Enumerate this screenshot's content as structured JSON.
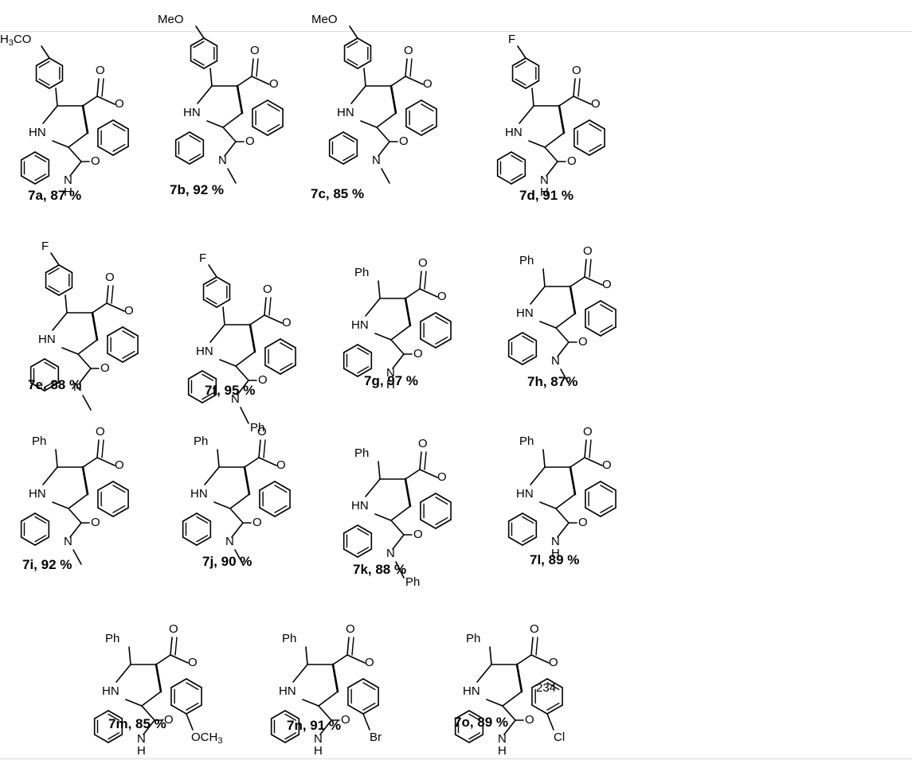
{
  "compounds": [
    {
      "id": "7a",
      "caption": "7a, 87 %",
      "substituent": "H3CO",
      "n_label": "N",
      "n_sub": "H"
    },
    {
      "id": "7b",
      "caption": "7b, 92 %",
      "substituent": "MeO",
      "n_label": "N",
      "n_sub": ""
    },
    {
      "id": "7c",
      "caption": "7c, 85 %",
      "substituent": "MeO",
      "n_label": "N",
      "n_sub": ""
    },
    {
      "id": "7d",
      "caption": "7d, 91 %",
      "substituent": "F",
      "n_label": "N",
      "n_sub": "H"
    },
    {
      "id": "7e",
      "caption": "7e, 88 %",
      "substituent": "F",
      "n_label": "N",
      "n_sub": ""
    },
    {
      "id": "7f",
      "caption": "7f, 95 %",
      "substituent": "F",
      "n_label": "N",
      "n_sub": "Ph"
    },
    {
      "id": "7g",
      "caption": "7g, 97 %",
      "substituent": "Ph",
      "n_label": "N",
      "n_sub": "H"
    },
    {
      "id": "7h",
      "caption": "7h, 87%",
      "substituent": "Ph",
      "n_label": "N",
      "n_sub": ""
    },
    {
      "id": "7i",
      "caption": "7i, 92 %",
      "substituent": "Ph",
      "n_label": "N",
      "n_sub": ""
    },
    {
      "id": "7j",
      "caption": "7j, 90 %",
      "substituent": "Ph",
      "n_label": "N",
      "n_sub": ""
    },
    {
      "id": "7k",
      "caption": "7k, 88 %",
      "substituent": "Ph",
      "n_label": "N",
      "n_sub": "Ph"
    },
    {
      "id": "7l",
      "caption": "7l, 89 %",
      "substituent": "Ph",
      "n_label": "N",
      "n_sub": "H"
    },
    {
      "id": "7m",
      "caption": "7m, 85 %",
      "substituent": "Ph",
      "n_label": "N",
      "n_sub": "H",
      "ring_sub": "OCH3"
    },
    {
      "id": "7n",
      "caption": "7n, 91 %",
      "substituent": "Ph",
      "n_label": "N",
      "n_sub": "H",
      "ring_sub": "Br"
    },
    {
      "id": "7o",
      "caption": "7o, 89 %",
      "substituent": "Ph",
      "n_label": "N",
      "n_sub": "H",
      "ring_sub": "Cl"
    }
  ],
  "atoms": {
    "hn": "HN",
    "o": "O",
    "nh_h": "H"
  },
  "stray_label": "234"
}
